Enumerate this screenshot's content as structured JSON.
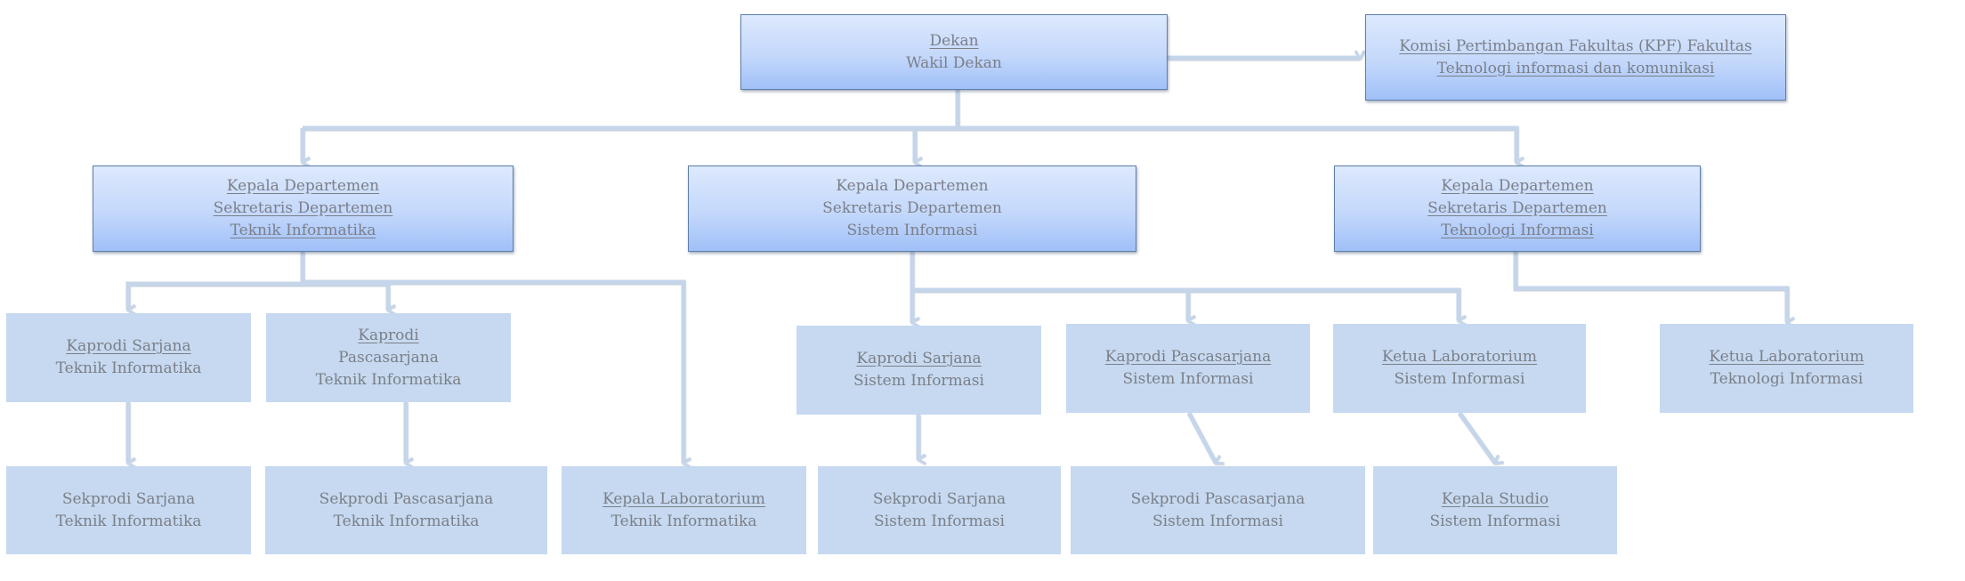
{
  "diagram": {
    "type": "organization-chart",
    "colors": {
      "primary_box_top": "#dde9fd",
      "primary_box_bottom": "#a0c0f8",
      "secondary_box": "#c6d9f0",
      "connector": "#c5d5ea",
      "text": "#7b7f88"
    },
    "nodes": {
      "dekan": {
        "lines": [
          {
            "text": "Dekan",
            "underline": true
          },
          {
            "text": "Wakil Dekan",
            "underline": false
          }
        ]
      },
      "kpf": {
        "lines": [
          {
            "text": "Komisi Pertimbangan Fakultas (KPF) Fakultas",
            "underline": true
          },
          {
            "text": "Teknologi informasi dan komunikasi",
            "underline": true
          }
        ]
      },
      "dept_ti": {
        "lines": [
          {
            "text": "Kepala Departemen",
            "underline": true
          },
          {
            "text": "Sekretaris Departemen",
            "underline": true
          },
          {
            "text": "Teknik Informatika",
            "underline": true
          }
        ]
      },
      "dept_si": {
        "lines": [
          {
            "text": "Kepala Departemen",
            "underline": false
          },
          {
            "text": "Sekretaris Departemen",
            "underline": false
          },
          {
            "text": "Sistem Informasi",
            "underline": false
          }
        ]
      },
      "dept_tekinfo": {
        "lines": [
          {
            "text": "Kepala Departemen",
            "underline": true
          },
          {
            "text": "Sekretaris Departemen",
            "underline": true
          },
          {
            "text": "Teknologi Informasi",
            "underline": true
          }
        ]
      },
      "kaprodi_sarjana_ti": {
        "lines": [
          {
            "text": "Kaprodi Sarjana",
            "underline": true
          },
          {
            "text": "Teknik Informatika",
            "underline": false
          }
        ]
      },
      "kaprodi_pasca_ti": {
        "lines": [
          {
            "text": "Kaprodi",
            "underline": true
          },
          {
            "text": "Pascasarjana",
            "underline": false
          },
          {
            "text": "Teknik Informatika",
            "underline": false
          }
        ]
      },
      "sekprodi_sarjana_ti": {
        "lines": [
          {
            "text": "Sekprodi Sarjana",
            "underline": false
          },
          {
            "text": "Teknik Informatika",
            "underline": false
          }
        ]
      },
      "sekprodi_pasca_ti": {
        "lines": [
          {
            "text": "Sekprodi Pascasarjana",
            "underline": false
          },
          {
            "text": "Teknik Informatika",
            "underline": false
          }
        ]
      },
      "kalab_ti": {
        "lines": [
          {
            "text": "Kepala Laboratorium",
            "underline": true
          },
          {
            "text": "Teknik Informatika",
            "underline": false
          }
        ]
      },
      "kaprodi_sarjana_si": {
        "lines": [
          {
            "text": "Kaprodi Sarjana",
            "underline": true
          },
          {
            "text": "Sistem Informasi",
            "underline": false
          }
        ]
      },
      "kaprodi_pasca_si": {
        "lines": [
          {
            "text": "Kaprodi Pascasarjana",
            "underline": true
          },
          {
            "text": "Sistem Informasi",
            "underline": false
          }
        ]
      },
      "ketua_lab_si": {
        "lines": [
          {
            "text": "Ketua Laboratorium",
            "underline": true
          },
          {
            "text": "Sistem Informasi",
            "underline": false
          }
        ]
      },
      "ketua_lab_tekinfo": {
        "lines": [
          {
            "text": "Ketua Laboratorium",
            "underline": true
          },
          {
            "text": "Teknologi Informasi",
            "underline": false
          }
        ]
      },
      "sekprodi_sarjana_si": {
        "lines": [
          {
            "text": "Sekprodi Sarjana",
            "underline": false
          },
          {
            "text": "Sistem Informasi",
            "underline": false
          }
        ]
      },
      "sekprodi_pasca_si": {
        "lines": [
          {
            "text": "Sekprodi Pascasarjana",
            "underline": false
          },
          {
            "text": "Sistem Informasi",
            "underline": false
          }
        ]
      },
      "kepala_studio_si": {
        "lines": [
          {
            "text": "Kepala Studio",
            "underline": true
          },
          {
            "text": "Sistem Informasi",
            "underline": false
          }
        ]
      }
    },
    "edges": [
      [
        "dekan",
        "kpf"
      ],
      [
        "dekan",
        "dept_ti"
      ],
      [
        "dekan",
        "dept_si"
      ],
      [
        "dekan",
        "dept_tekinfo"
      ],
      [
        "dept_ti",
        "kaprodi_sarjana_ti"
      ],
      [
        "dept_ti",
        "kaprodi_pasca_ti"
      ],
      [
        "dept_ti",
        "kalab_ti"
      ],
      [
        "kaprodi_sarjana_ti",
        "sekprodi_sarjana_ti"
      ],
      [
        "kaprodi_pasca_ti",
        "sekprodi_pasca_ti"
      ],
      [
        "dept_si",
        "kaprodi_sarjana_si"
      ],
      [
        "dept_si",
        "kaprodi_pasca_si"
      ],
      [
        "dept_si",
        "ketua_lab_si"
      ],
      [
        "kaprodi_sarjana_si",
        "sekprodi_sarjana_si"
      ],
      [
        "kaprodi_pasca_si",
        "sekprodi_pasca_si"
      ],
      [
        "ketua_lab_si",
        "kepala_studio_si"
      ],
      [
        "dept_tekinfo",
        "ketua_lab_tekinfo"
      ]
    ]
  }
}
